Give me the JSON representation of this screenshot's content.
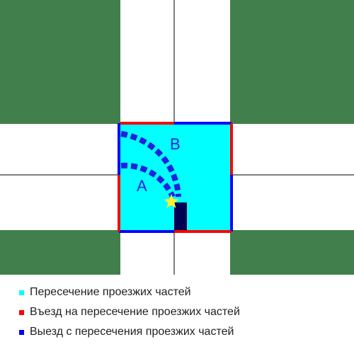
{
  "colors": {
    "grass": "#41804c",
    "road": "#ffffff",
    "intersection": "#00ffff",
    "entry": "#ff0000",
    "exit": "#0000ff",
    "path": "#2020e0",
    "car": "#000050",
    "star": "#ffee33",
    "centerline": "#000000"
  },
  "labels": {
    "path_a": "A",
    "path_b": "B"
  },
  "icons": {
    "car": "car-icon",
    "star": "star-icon"
  },
  "legend": [
    {
      "color": "#00ffff",
      "text": "Пересечение проезжих частей"
    },
    {
      "color": "#ff0000",
      "text": "Въезд на пересечение проезжих частей"
    },
    {
      "color": "#0000ff",
      "text": "Выезд с пересечения проезжих частей"
    }
  ]
}
